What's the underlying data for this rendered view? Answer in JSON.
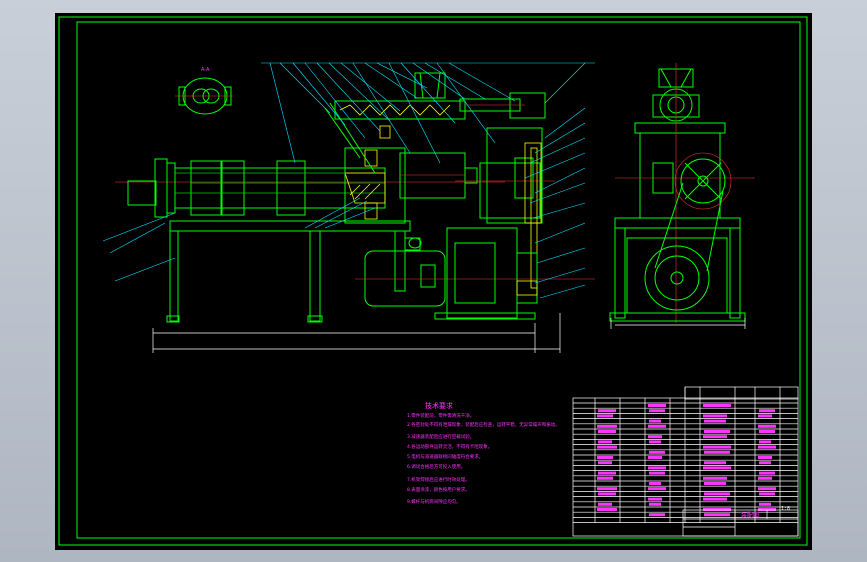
{
  "drawing": {
    "tech_req_title": "技术要求",
    "tech_req_lines": [
      "1.零件装配前，零件需清洗干净。",
      "2.各密封处不得有泄漏现象，装配后应检查，运转平稳，无异常噪声和振动。",
      "3.减速器装配后应进行空载试验。",
      "4.各运动部件运转灵活，不得有卡阻现象。",
      "5.电机与减速器联接同轴度符合要求。",
      "6.调试合格后方可投入使用。",
      "7.机架焊接后应进行时效处理。",
      "8.表面涂漆，颜色按用户要求。",
      "9.螺杆与机筒间隙应均匀。"
    ],
    "title_block_name": "装配图",
    "scale_label": "1:8"
  },
  "colors": {
    "outline": "#00ff00",
    "dimension": "#ffffff",
    "hatch": "#ffff00",
    "centerline": "#ff3030",
    "leader": "#00e5ff",
    "text": "#ff33ff"
  }
}
